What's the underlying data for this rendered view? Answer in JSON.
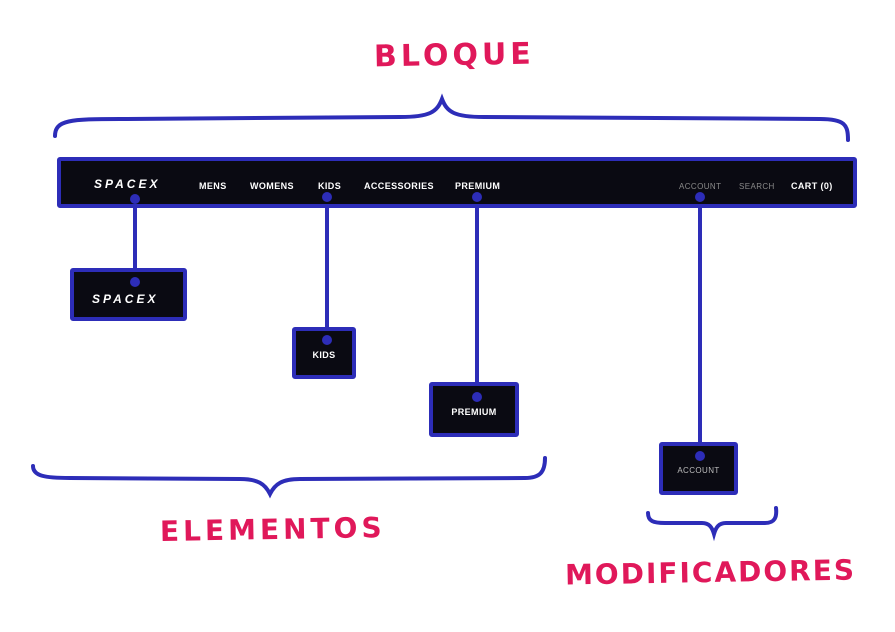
{
  "colors": {
    "ink": "#2d2db8",
    "label": "#e0185a",
    "bar": "#0a0a12"
  },
  "labels": {
    "bloque": "BLOQUE",
    "elementos": "ELEMENTOS",
    "modificadores": "MODIFICADORES"
  },
  "navbar": {
    "logo": "SPACEX",
    "items": [
      "MENS",
      "WOMENS",
      "KIDS",
      "ACCESSORIES",
      "PREMIUM"
    ],
    "right_items": [
      "ACCOUNT",
      "SEARCH",
      "CART (0)"
    ]
  },
  "callouts": {
    "logo": "SPACEX",
    "kids": "KIDS",
    "premium": "PREMIUM",
    "account": "ACCOUNT"
  }
}
